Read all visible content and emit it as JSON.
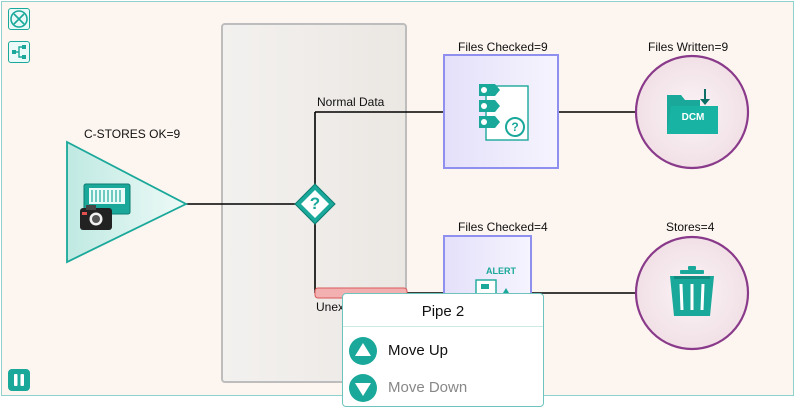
{
  "nodes": {
    "source_label": "C-STORES OK=9",
    "filter_top_label": "Files Checked=9",
    "filter_bottom_label": "Files Checked=4",
    "out_top_label": "Files Written=9",
    "out_bottom_label": "Stores=4",
    "dcm_text": "DCM",
    "alert_text": "ALERT",
    "decision_glyph": "?"
  },
  "pipes": {
    "normal_label": "Normal Data",
    "unexpected_label": "Unex"
  },
  "context_menu": {
    "title": "Pipe 2",
    "move_up": "Move Up",
    "move_down": "Move Down"
  },
  "toolbar": {
    "icons": [
      "close-circle-icon",
      "tree-layout-icon",
      "pause-icon"
    ]
  },
  "colors": {
    "accent": "#1aa89a",
    "panel_border": "#8f8ff0",
    "circle_border": "#8a3a8a",
    "disabled_text": "#888888"
  }
}
